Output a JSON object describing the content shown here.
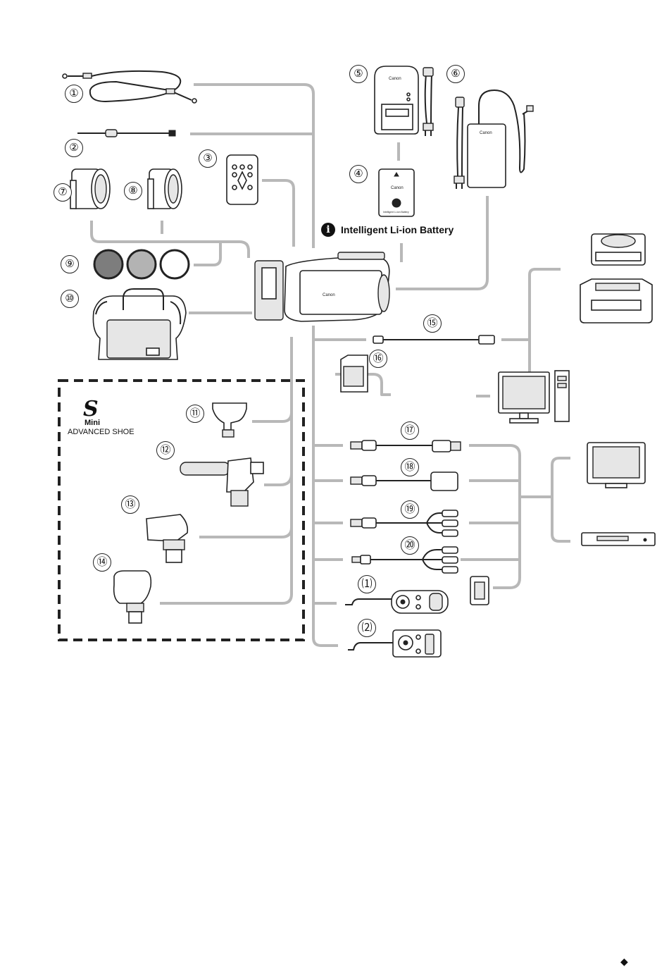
{
  "diagram": {
    "labels": [
      "①",
      "②",
      "③",
      "④",
      "⑤",
      "⑥",
      "⑦",
      "⑧",
      "⑨",
      "⑩",
      "⑪",
      "⑫",
      "⑬",
      "⑭",
      "⑮",
      "⑯",
      "⑰",
      "⑱",
      "⑲",
      "⑳",
      "⑴",
      "⑵"
    ],
    "battery_caption": "Intelligent Li-ion Battery",
    "battery_icon": "i",
    "shoe_logo": {
      "symbol": "S",
      "line1": "Mini",
      "line2": "ADVANCED SHOE"
    },
    "brand": "Canon",
    "battery_pack_text": "Intelligent Li-ion Battery",
    "page_marker": "◆"
  }
}
